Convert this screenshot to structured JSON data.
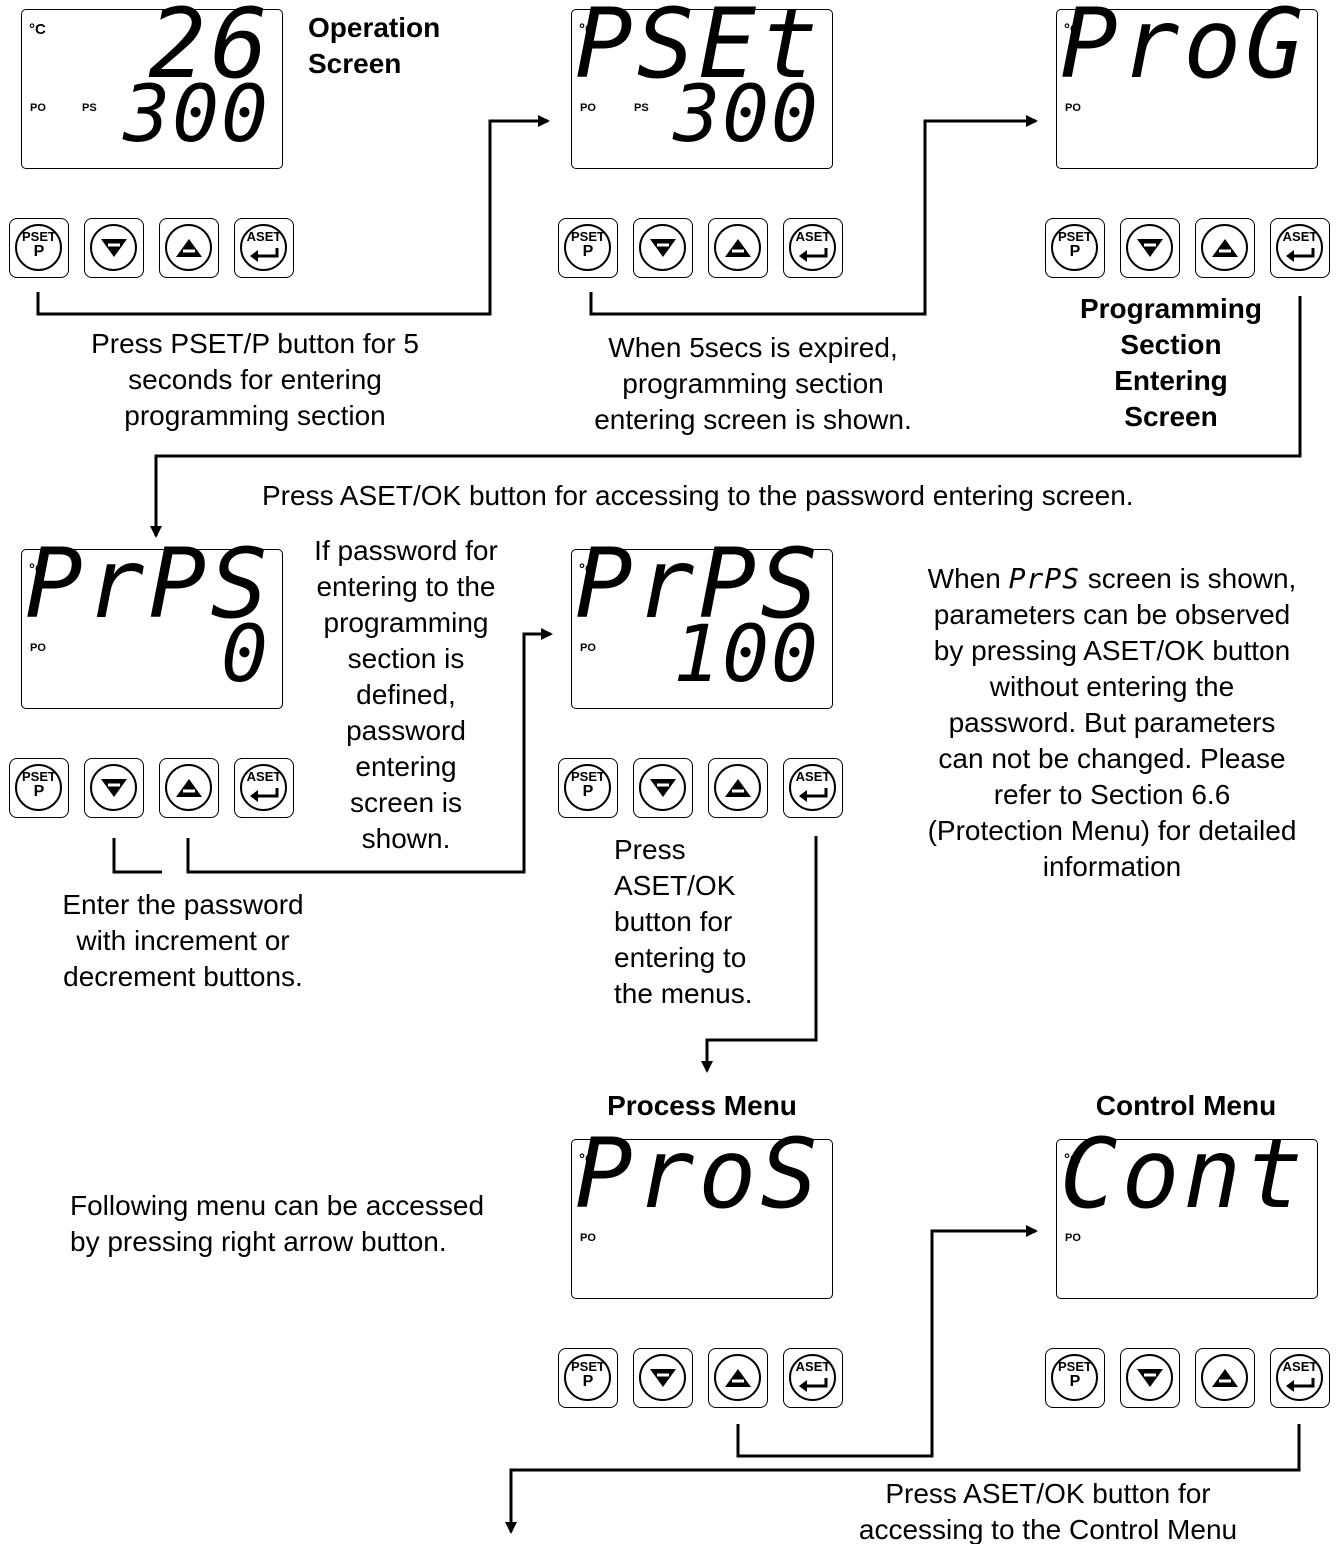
{
  "unit": "°C",
  "po": "PO",
  "ps": "PS",
  "keys": {
    "pset_top": "PSET",
    "pset_bottom": "P",
    "aset_top": "ASET"
  },
  "screens": {
    "operation": {
      "main": "26",
      "sub": "300"
    },
    "pset": {
      "main": "PSEt",
      "sub": "300"
    },
    "prog": {
      "main": "ProG"
    },
    "prps_zero": {
      "main": "PrPS",
      "sub": "0"
    },
    "prps_hundred": {
      "main": "PrPS",
      "sub": "100"
    },
    "pros": {
      "main": "ProS"
    },
    "cont": {
      "main": "Cont"
    }
  },
  "labels": {
    "operation_screen": [
      "Operation",
      "Screen"
    ],
    "programming_section": [
      "Programming",
      "Section",
      "Entering",
      "Screen"
    ],
    "process_menu": "Process Menu",
    "control_menu": "Control Menu"
  },
  "texts": {
    "press_pset": [
      "Press PSET/P button for 5",
      "seconds for entering",
      "programming section"
    ],
    "five_secs": [
      "When 5secs is expired,",
      "programming section",
      "entering screen is shown."
    ],
    "press_aset_password": "Press ASET/OK button for accessing to the password entering screen.",
    "if_password": [
      "If password for",
      "entering to the",
      "programming",
      "section is",
      "defined,",
      "password",
      "entering",
      "screen is",
      "shown."
    ],
    "when_prps_pre": "When",
    "when_prps_code": "PrPS",
    "when_prps_post": "screen is shown,",
    "when_prps_rest": [
      "parameters can be observed",
      "by pressing ASET/OK button",
      "without entering the",
      "password. But parameters",
      "can not be changed. Please",
      "refer to Section 6.6",
      "(Protection Menu) for detailed",
      "information"
    ],
    "enter_password": [
      "Enter the password",
      "with increment or",
      "decrement buttons."
    ],
    "press_aset_menus": [
      "Press",
      "ASET/OK",
      "button for",
      "entering to",
      "the menus."
    ],
    "following_menu": [
      "Following menu can be accessed",
      "by pressing right arrow button."
    ],
    "press_aset_control": [
      "Press ASET/OK button for",
      "accessing to the Control Menu"
    ]
  }
}
